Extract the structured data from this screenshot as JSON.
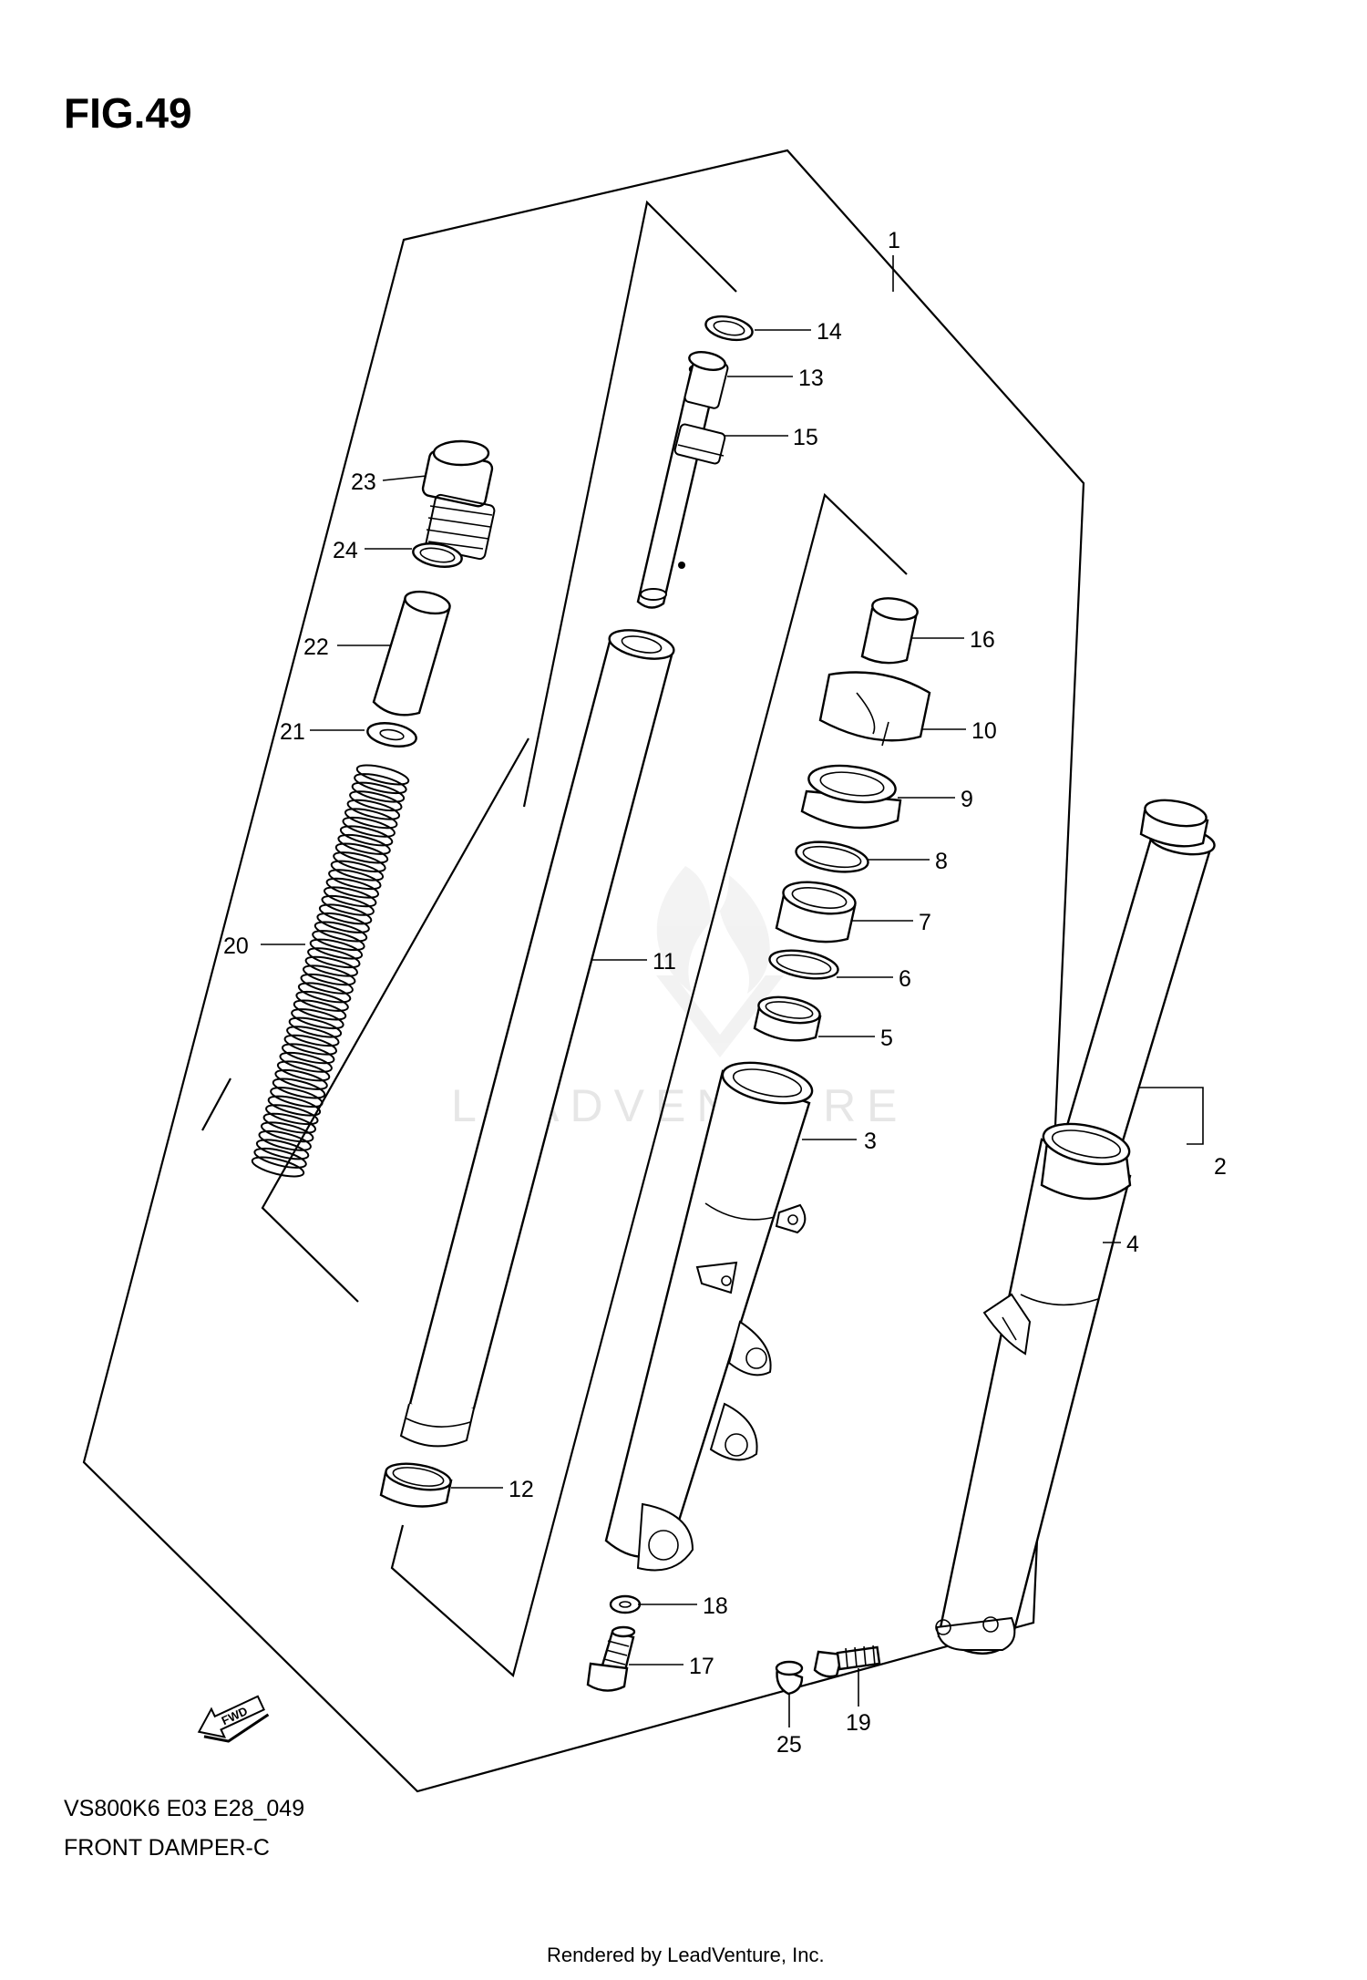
{
  "figure": {
    "title": "FIG.49",
    "model_code": "VS800K6  E03  E28_049",
    "name": "FRONT DAMPER-C",
    "render_credit": "Rendered by LeadVenture, Inc.",
    "fwd_label": "FWD",
    "watermark": "LEADVENTURE"
  },
  "callouts": [
    {
      "id": "1",
      "label": "1"
    },
    {
      "id": "2",
      "label": "2"
    },
    {
      "id": "3",
      "label": "3"
    },
    {
      "id": "4",
      "label": "4"
    },
    {
      "id": "5",
      "label": "5"
    },
    {
      "id": "6",
      "label": "6"
    },
    {
      "id": "7",
      "label": "7"
    },
    {
      "id": "8",
      "label": "8"
    },
    {
      "id": "9",
      "label": "9"
    },
    {
      "id": "10",
      "label": "10"
    },
    {
      "id": "11",
      "label": "11"
    },
    {
      "id": "12",
      "label": "12"
    },
    {
      "id": "13",
      "label": "13"
    },
    {
      "id": "14",
      "label": "14"
    },
    {
      "id": "15",
      "label": "15"
    },
    {
      "id": "16",
      "label": "16"
    },
    {
      "id": "17",
      "label": "17"
    },
    {
      "id": "18",
      "label": "18"
    },
    {
      "id": "19",
      "label": "19"
    },
    {
      "id": "20",
      "label": "20"
    },
    {
      "id": "21",
      "label": "21"
    },
    {
      "id": "22",
      "label": "22"
    },
    {
      "id": "23",
      "label": "23"
    },
    {
      "id": "24",
      "label": "24"
    },
    {
      "id": "25",
      "label": "25"
    }
  ]
}
